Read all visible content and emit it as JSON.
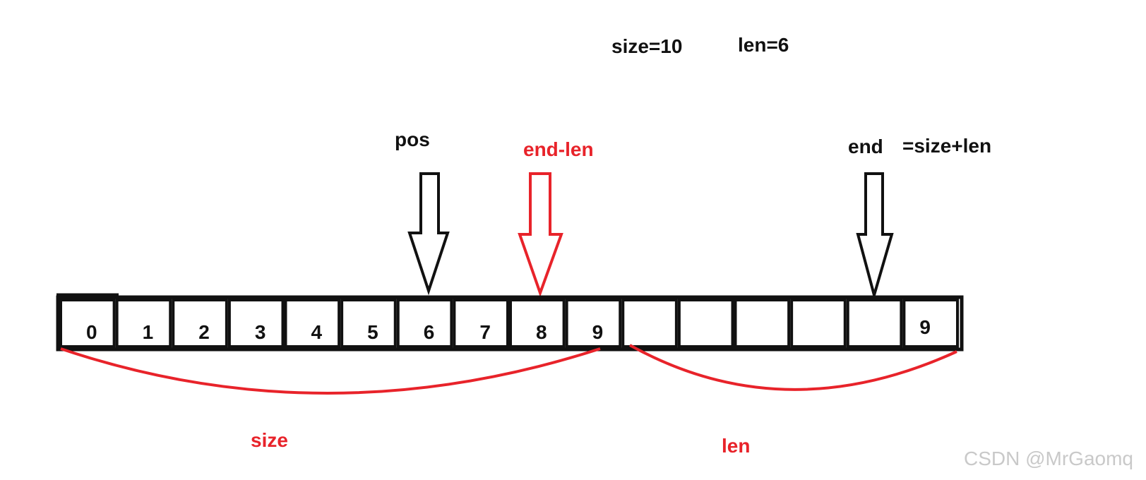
{
  "header": {
    "size_label": "size=10",
    "len_label": "len=6"
  },
  "pointers": {
    "pos": "pos",
    "end_minus_len": "end-len",
    "end": "end",
    "end_formula": "=size+len"
  },
  "cells": [
    "0",
    "1",
    "2",
    "3",
    "4",
    "5",
    "6",
    "7",
    "8",
    "9",
    "",
    "",
    "",
    "",
    "",
    "9"
  ],
  "braces": {
    "size": "size",
    "len": "len"
  },
  "watermark": "CSDN @MrGaomq",
  "colors": {
    "black": "#111111",
    "red": "#e8232a"
  }
}
